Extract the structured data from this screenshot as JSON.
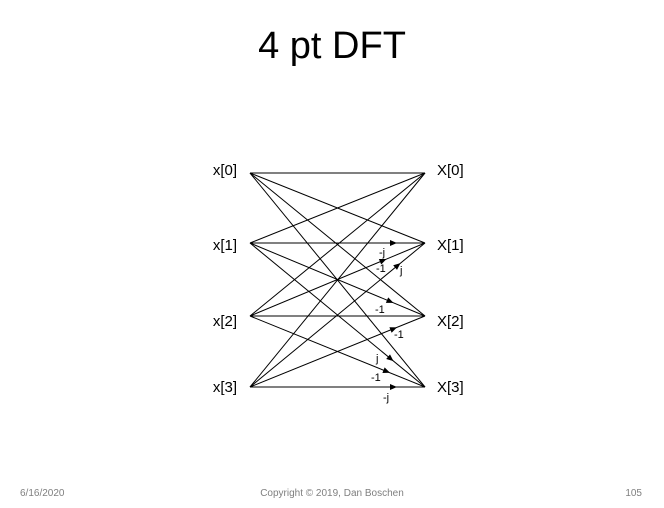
{
  "slide": {
    "title": "4 pt DFT"
  },
  "diagram": {
    "inputs": [
      "x[0]",
      "x[1]",
      "x[2]",
      "x[3]"
    ],
    "outputs": [
      "X[0]",
      "X[1]",
      "X[2]",
      "X[3]"
    ],
    "twiddle_labels": [
      "-j",
      "-1",
      "j",
      "-1",
      "-1",
      "j",
      "-1",
      "-j"
    ]
  },
  "footer": {
    "date": "6/16/2020",
    "copyright": "Copyright © 2019, Dan Boschen",
    "page": "105"
  }
}
